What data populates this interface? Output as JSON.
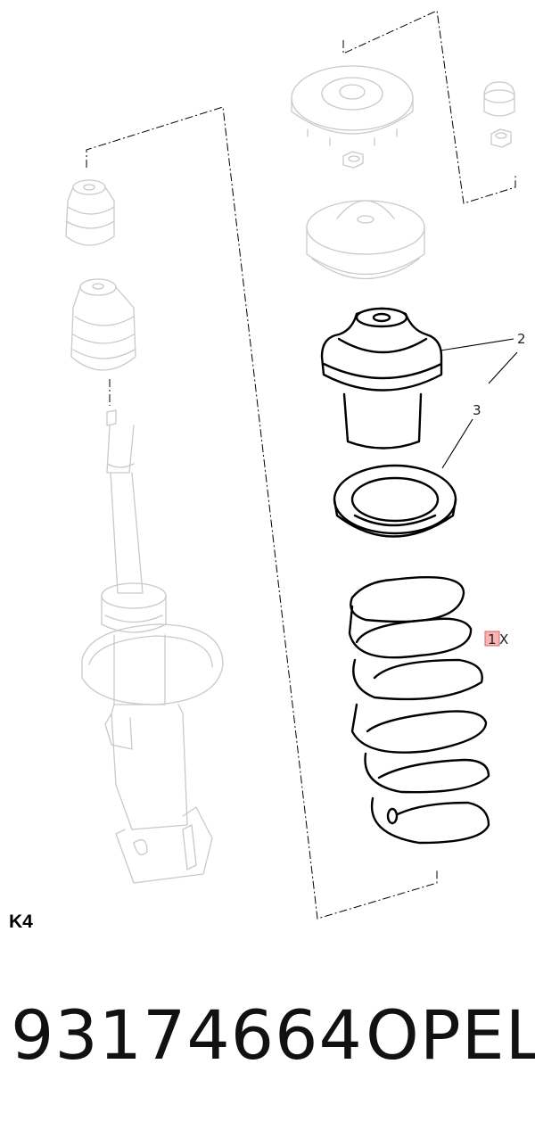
{
  "diagram": {
    "callouts": {
      "item_1": "1",
      "item_1_suffix": "X",
      "item_2": "2",
      "item_3": "3"
    },
    "group_label": "K4"
  },
  "footer": {
    "part_number": "93174664",
    "brand": "OPEL"
  },
  "colors": {
    "highlight": "#f6b4b4",
    "outline": "#000000",
    "ghost": "#c9c9c9"
  }
}
